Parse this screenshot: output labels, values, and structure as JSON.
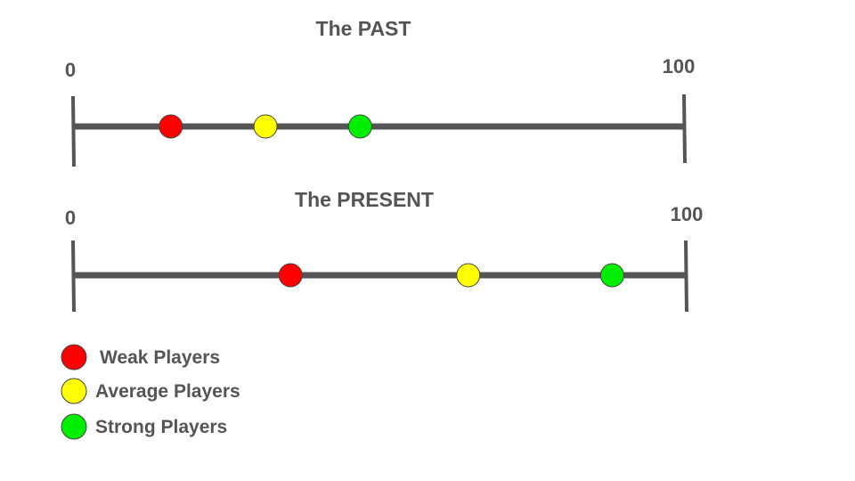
{
  "scale": {
    "min": 0,
    "max": 100,
    "min_label": "0",
    "max_label": "100"
  },
  "colors": {
    "line": "#555555",
    "text": "#555555",
    "weak": "#ff0000",
    "average": "#ffff00",
    "strong": "#00ee00"
  },
  "timelines": [
    {
      "title": "The PAST",
      "points": [
        {
          "category": "weak",
          "value": 16
        },
        {
          "category": "average",
          "value": 31.5
        },
        {
          "category": "strong",
          "value": 47
        }
      ]
    },
    {
      "title": "The PRESENT",
      "points": [
        {
          "category": "weak",
          "value": 35.5
        },
        {
          "category": "average",
          "value": 64.5
        },
        {
          "category": "strong",
          "value": 88
        }
      ]
    }
  ],
  "legend": [
    {
      "category": "weak",
      "label": "Weak Players"
    },
    {
      "category": "average",
      "label": "Average Players"
    },
    {
      "category": "strong",
      "label": "Strong Players"
    }
  ]
}
